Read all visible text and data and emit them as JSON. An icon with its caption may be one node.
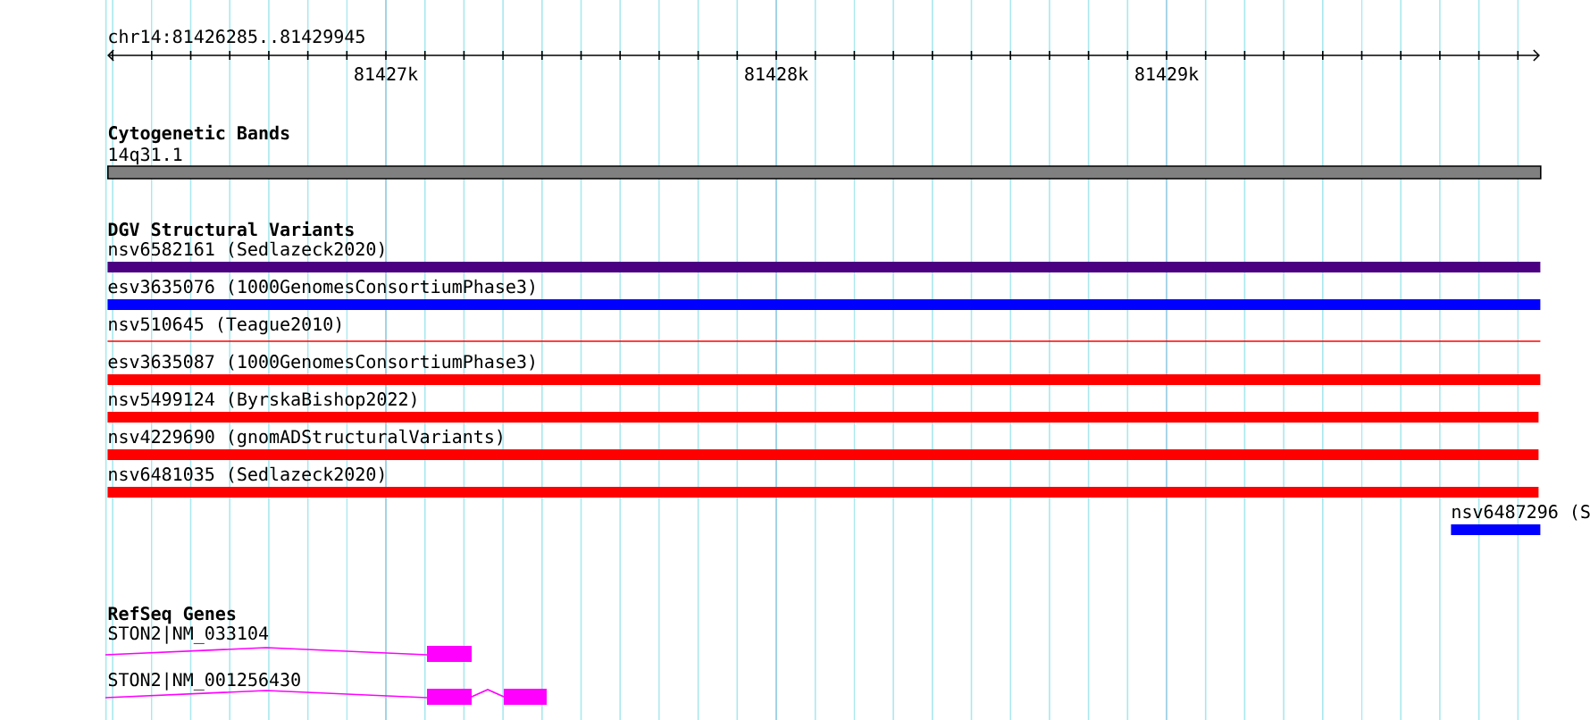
{
  "diagram": {
    "nodes": [
      {
        "text": [
          "14q31.1"
        ]
      },
      {
        "text": [
          "nsv6582161 (Sedlazeck2020)"
        ]
      },
      {
        "text": [
          "esv3635076 (1000GenomesConsortiumPhase3)"
        ]
      },
      {
        "text": [
          "nsv510645 (Teague2010)"
        ]
      },
      {
        "text": [
          "esv3635087 (1000GenomesConsortiumPhase3)"
        ]
      },
      {
        "text": [
          "nsv5499124 (ByrskaBishop2022)"
        ]
      },
      {
        "text": [
          "nsv4229690 (gnomADStructuralVariants)"
        ]
      },
      {
        "text": [
          "nsv6481035 (Sedlazeck2020)"
        ]
      },
      {
        "text": [
          "nsv6487296 (S"
        ]
      },
      {
        "text": [
          "STON2|NM_033104"
        ]
      },
      {
        "text": [
          "STON2|NM_001256430"
        ]
      }
    ],
    "labels": [
      "chr14:81426285..81429945",
      "81427k",
      "81428k",
      "81429k",
      "Cytogenetic Bands",
      "DGV Structural Variants",
      "RefSeq Genes"
    ]
  }
}
